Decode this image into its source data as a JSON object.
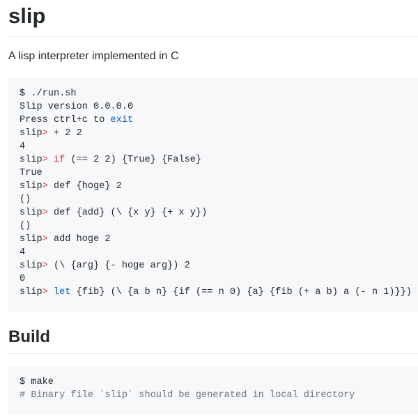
{
  "title": "slip",
  "description": "A lisp interpreter implemented in C",
  "session": {
    "l1": "$ ./run.sh",
    "l2": "Slip version 0.0.0.0",
    "l3_a": "Press ctrl+c to ",
    "l3_kw": "exit",
    "prompt": "slip",
    "gt": ">",
    "c1": " + 2 2",
    "o1": "4",
    "c2_kw": "if",
    "c2_rest": " (== 2 2) {True} {False}",
    "o2": "True",
    "c3": " def {hoge} 2",
    "o3": "()",
    "c4": " def {add} (\\ {x y} {+ x y})",
    "o4": "()",
    "c5": " add hoge 2",
    "o5": "4",
    "c6": " (\\ {arg} {- hoge arg}) 2",
    "o6": "0",
    "c7_kw": "let",
    "c7_rest": " {fib} (\\ {a b n} {if (== n 0) {a} {fib (+ a b) a (- n 1)}})"
  },
  "build": {
    "heading": "Build",
    "cmd": "$ make",
    "comment": "# Binary file `slip` should be generated in local directory"
  }
}
